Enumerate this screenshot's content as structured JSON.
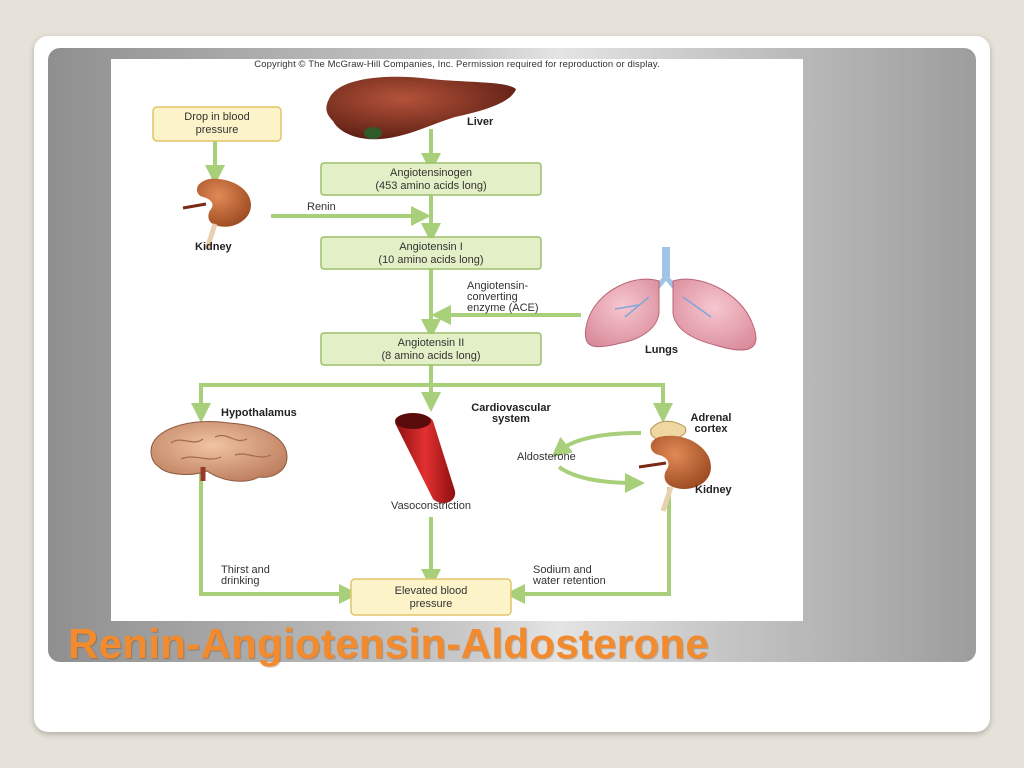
{
  "copyright": "Copyright © The McGraw-Hill Companies, Inc. Permission required for reproduction or display.",
  "title": "Renin-Angiotensin-Aldosterone",
  "boxes": {
    "drop_line1": "Drop in blood",
    "drop_line2": "pressure",
    "angiotensinogen_line1": "Angiotensinogen",
    "angiotensinogen_line2": "(453 amino acids long)",
    "angiotensin1_line1": "Angiotensin I",
    "angiotensin1_line2": "(10 amino acids long)",
    "angiotensin2_line1": "Angiotensin II",
    "angiotensin2_line2": "(8 amino acids long)",
    "elevated_line1": "Elevated blood",
    "elevated_line2": "pressure"
  },
  "labels": {
    "liver": "Liver",
    "kidney_top": "Kidney",
    "renin": "Renin",
    "ace_line1": "Angiotensin-",
    "ace_line2": "converting",
    "ace_line3": "enzyme (ACE)",
    "lungs": "Lungs",
    "hypothalamus": "Hypothalamus",
    "cardio_line1": "Cardiovascular",
    "cardio_line2": "system",
    "adrenal_line1": "Adrenal",
    "adrenal_line2": "cortex",
    "aldosterone": "Aldosterone",
    "kidney_bottom": "Kidney",
    "vasoconstriction": "Vasoconstriction",
    "thirst_line1": "Thirst  and",
    "thirst_line2": "drinking",
    "sodium_line1": "Sodium and",
    "sodium_line2": "water retention"
  },
  "colors": {
    "title": "#f28a2e",
    "box_fill": "#e3efc6",
    "box_stroke": "#9bbf6a",
    "arrow": "#a8cf7a",
    "drop_fill": "#fdf3c8",
    "drop_stroke": "#e0c56a"
  }
}
